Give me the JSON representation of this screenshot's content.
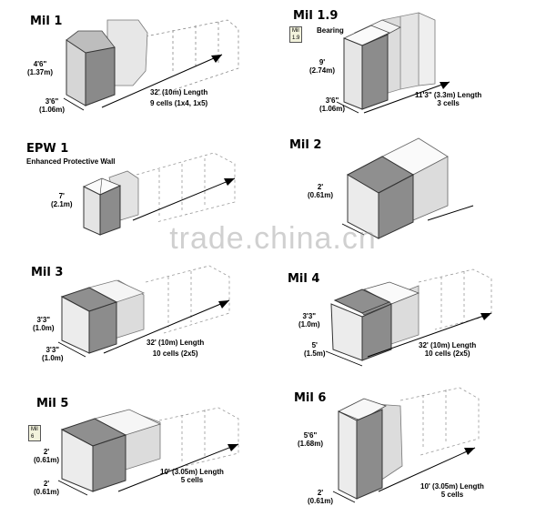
{
  "watermark": "trade.china.cn",
  "panels": {
    "mil1": {
      "title": "Mil 1",
      "height": "4'6\"",
      "height_m": "(1.37m)",
      "width": "3'6\"",
      "width_m": "(1.06m)",
      "length": "32' (10m) Length",
      "cells": "9 cells (1x4, 1x5)"
    },
    "mil19": {
      "title": "Mil 1.9",
      "badge": "Mil 1.9",
      "subtitle": "Bearing",
      "height": "9'",
      "height_m": "(2.74m)",
      "width": "3'6\"",
      "width_m": "(1.06m)",
      "length": "11'3\" (3.3m) Length",
      "cells": "3 cells"
    },
    "epw1": {
      "title": "EPW 1",
      "subtitle": "Enhanced Protective Wall",
      "height": "7'",
      "height_m": "(2.1m)"
    },
    "mil2": {
      "title": "Mil 2",
      "height": "2'",
      "height_m": "(0.61m)"
    },
    "mil3": {
      "title": "Mil 3",
      "height": "3'3\"",
      "height_m": "(1.0m)",
      "width": "3'3\"",
      "width_m": "(1.0m)",
      "length": "32' (10m) Length",
      "cells": "10 cells  (2x5)"
    },
    "mil4": {
      "title": "Mil 4",
      "height": "3'3\"",
      "height_m": "(1.0m)",
      "width": "5'",
      "width_m": "(1.5m)",
      "length": "32' (10m) Length",
      "cells": "10 cells (2x5)"
    },
    "mil5": {
      "title": "Mil 5",
      "badge": "Mil 6",
      "height": "2'",
      "height_m": "(0.61m)",
      "width": "2'",
      "width_m": "(0.61m)",
      "length": "10' (3.05m) Length",
      "cells": "5 cells"
    },
    "mil6": {
      "title": "Mil 6",
      "height": "5'6\"",
      "height_m": "(1.68m)",
      "width": "2'",
      "width_m": "(0.61m)",
      "length": "10' (3.05m) Length",
      "cells": "5 cells"
    }
  }
}
